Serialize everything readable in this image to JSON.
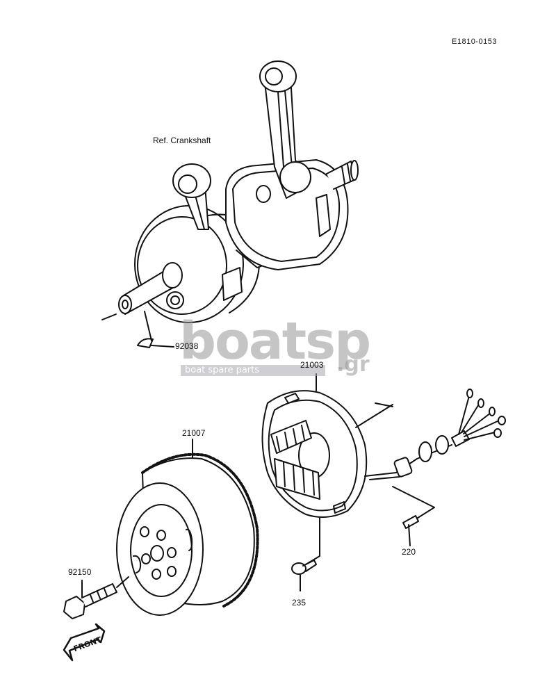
{
  "drawing_code": "E1810-0153",
  "labels": {
    "ref_crankshaft": "Ref. Crankshaft",
    "p92038": "92038",
    "p21003": "21003",
    "p21007": "21007",
    "p92150": "92150",
    "p220": "220",
    "p235": "235"
  },
  "front_arrow": "FRONT",
  "watermark": {
    "brand": "boatsp",
    "suffix": ".gr",
    "tagline": "boat spare parts"
  },
  "colors": {
    "line": "#111111",
    "watermark": "#9a9a9a",
    "watermark_bar": "#a5a5af"
  }
}
